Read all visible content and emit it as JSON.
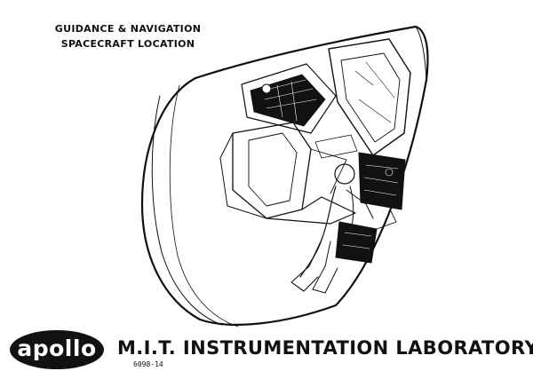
{
  "header": {
    "title_line_1": "GUIDANCE & NAVIGATION",
    "title_line_2": "SPACECRAFT LOCATION"
  },
  "footer": {
    "logo_text": "apollo",
    "lab_name": "M.I.T. INSTRUMENTATION LABORATORY",
    "drawing_number": "6098-14"
  },
  "colors": {
    "ink": "#111111",
    "paper": "#ffffff"
  }
}
